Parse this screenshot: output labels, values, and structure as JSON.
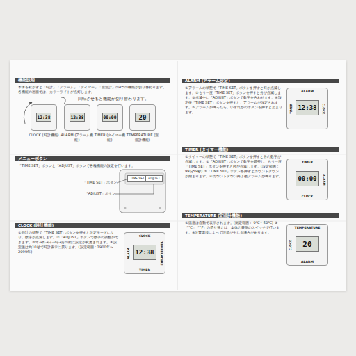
{
  "diagram": {
    "nodes": [
      {
        "text": [
          "機能説明"
        ]
      },
      {
        "text": [
          "12:38"
        ]
      },
      {
        "text": [
          "12:38"
        ]
      },
      {
        "text": [
          "00:00"
        ]
      },
      {
        "text": [
          "20"
        ]
      },
      {
        "text": [
          "メニューボタン"
        ]
      },
      {
        "text": [
          "TIME SET"
        ]
      },
      {
        "text": [
          "ADJUST"
        ]
      },
      {
        "text": [
          "CLOCK (時計機能)"
        ]
      },
      {
        "text": [
          "CLOCK",
          "ALARM",
          "12:38",
          "TEMPERATURE",
          "TIMER"
        ]
      },
      {
        "text": [
          "ALARM (アラーム設定)"
        ]
      },
      {
        "text": [
          "ALARM",
          "TIMER",
          "12:38",
          "CLOCK"
        ]
      },
      {
        "text": [
          "TIMER (タイマー機能)"
        ]
      },
      {
        "text": [
          "TIMER",
          "00:00",
          "ALARM",
          "CLOCK"
        ]
      },
      {
        "text": [
          "TEMPERATURE (室温計機能)"
        ]
      },
      {
        "text": [
          "TEMPERATURE",
          "CLOCK",
          "20",
          "ALARM"
        ]
      }
    ],
    "labels": [
      "本体を転がすと「時計」「アラーム」「タイマー」「室温計」の4つの機能が切り替わります。各機能の画面では、カラーライトが点灯します。",
      "回転させると機能が切り替わります。",
      "CLOCK (時計機能)",
      "ALARM (アラーム機能)",
      "TIMER (タイマー機能)",
      "TEMPERATURE (室温計機能)",
      "「TIME SET」ボタンと「ADJUST」ボタンで各種機能の設定を行います。",
      "「TIME SET」ボタン",
      "「ADJUST」ボタン",
      "①時計の状態で「TIME SET」ボタンを押すと設定モードになり、数字が点滅します。②「ADJUST」ボタンで数字の調整ができます。③年→月→日→時→分の順に設定が変更されます。④設定後は約10秒で時計表示に戻ります。(設定範囲：1900年〜2099年)",
      "①アラームの状態で「TIME SET」ボタンを押すと時が点滅します。②もう一度「TIME SET」ボタンを押すと分が点滅します。③点滅中に「ADJUST」ボタンで数字を合わせます。④設定後「TIME SET」ボタンを押すと、アラームが設定されます。⑤アラームが鳴ったら、いずれかのボタンを押すと止まります。",
      "①タイマーの状態で「TIME SET」ボタンを押すと分の数字が点滅します。②「ADJUST」ボタンで数字を調整し、もう一度「TIME SET」ボタンを押すと秒が点滅します。(設定範囲：99分59秒) ③「TIME SET」ボタンを押すとカウントダウンが始まります。④カウントダウン終了後アラームが鳴ります。",
      "①温度は自動で表示されます。(測定範囲：-9℃〜50℃) ②「℃」「°F」の切り替えは、本体の裏側のスイッチで行います。※設置環境によって誤差が生じる場合があります。"
    ]
  }
}
